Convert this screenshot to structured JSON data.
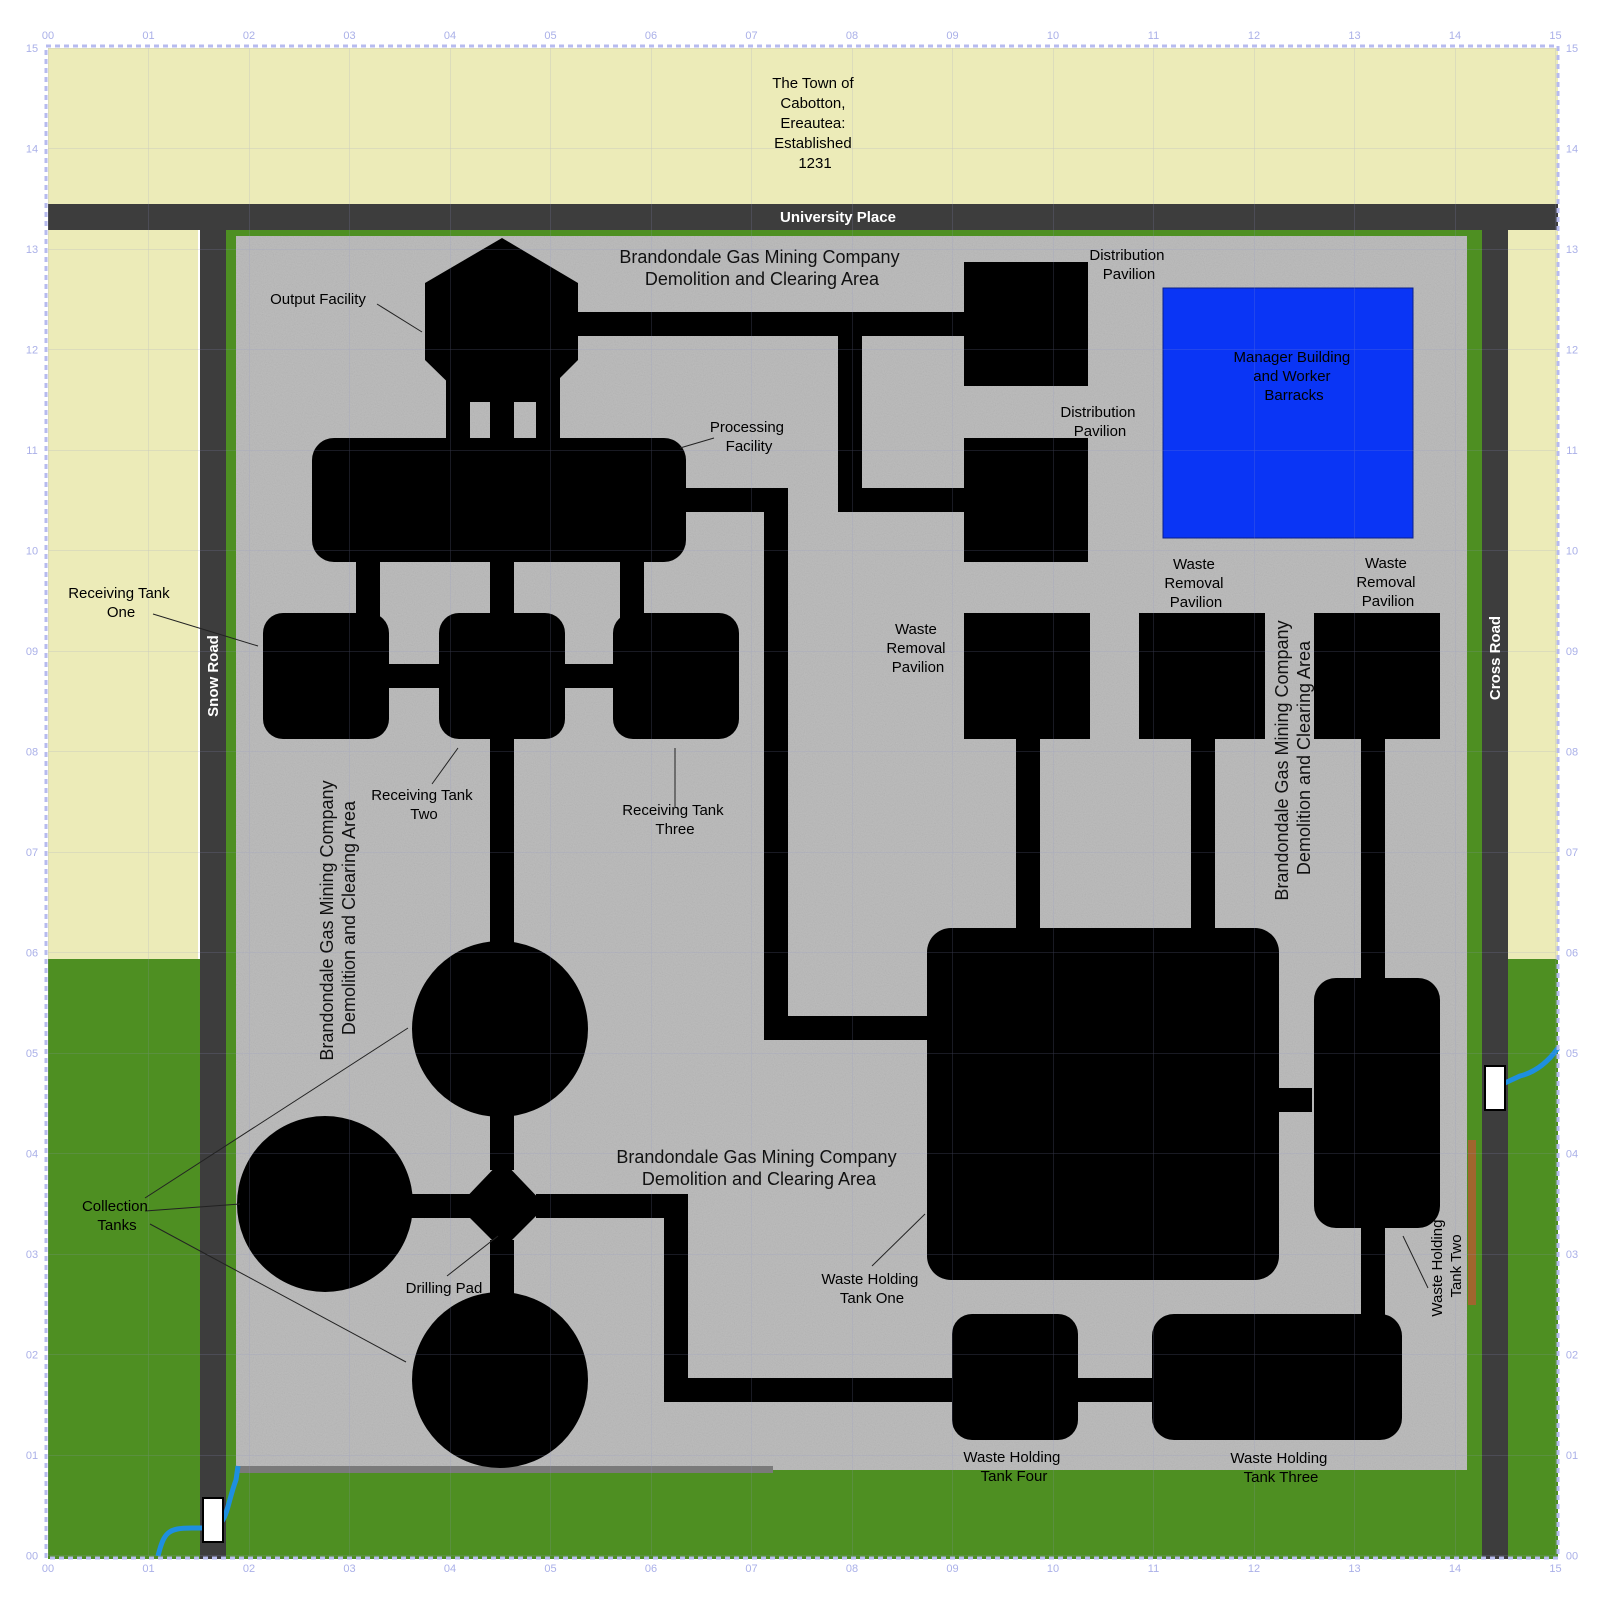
{
  "town": {
    "title_lines": [
      "The Town of",
      "Cabotton,",
      "Ereautea:",
      "Established",
      "1231"
    ]
  },
  "roads": {
    "top": "University Place",
    "left": "Snow Road",
    "right": "Cross Road"
  },
  "area_label_lines": [
    "Brandondale Gas Mining Company",
    "Demolition and Clearing Area"
  ],
  "facilities": {
    "output": [
      "Output Facility"
    ],
    "processing": [
      "Processing",
      "Facility"
    ],
    "distribution_1": [
      "Distribution",
      "Pavilion"
    ],
    "distribution_2": [
      "Distribution",
      "Pavilion"
    ],
    "manager": [
      "Manager Building",
      "and Worker",
      "Barracks"
    ],
    "receiving_1": [
      "Receiving Tank",
      "One"
    ],
    "receiving_2": [
      "Receiving Tank",
      "Two"
    ],
    "receiving_3": [
      "Receiving Tank",
      "Three"
    ],
    "waste_removal_1": [
      "Waste",
      "Removal",
      "Pavilion"
    ],
    "waste_removal_2": [
      "Waste",
      "Removal",
      "Pavilion"
    ],
    "waste_removal_3": [
      "Waste",
      "Removal",
      "Pavilion"
    ],
    "collection": [
      "Collection",
      "Tanks"
    ],
    "drilling": [
      "Drilling Pad"
    ],
    "waste_holding_1": [
      "Waste Holding",
      "Tank One"
    ],
    "waste_holding_2": [
      "Waste Holding",
      "Tank Two"
    ],
    "waste_holding_3": [
      "Waste Holding",
      "Tank Three"
    ],
    "waste_holding_4": [
      "Waste Holding",
      "Tank Four"
    ]
  },
  "grid_labels": [
    "00",
    "01",
    "02",
    "03",
    "04",
    "05",
    "06",
    "07",
    "08",
    "09",
    "10",
    "11",
    "12",
    "13",
    "14",
    "15"
  ],
  "colors": {
    "yellow_field": "#ecebb8",
    "grass": "#4e8f22",
    "gravel": "#b9b9b9",
    "road": "#3d3d3d",
    "building": "#000000",
    "manager_building": "#0a35f5",
    "stream": "#1e8fe0"
  }
}
